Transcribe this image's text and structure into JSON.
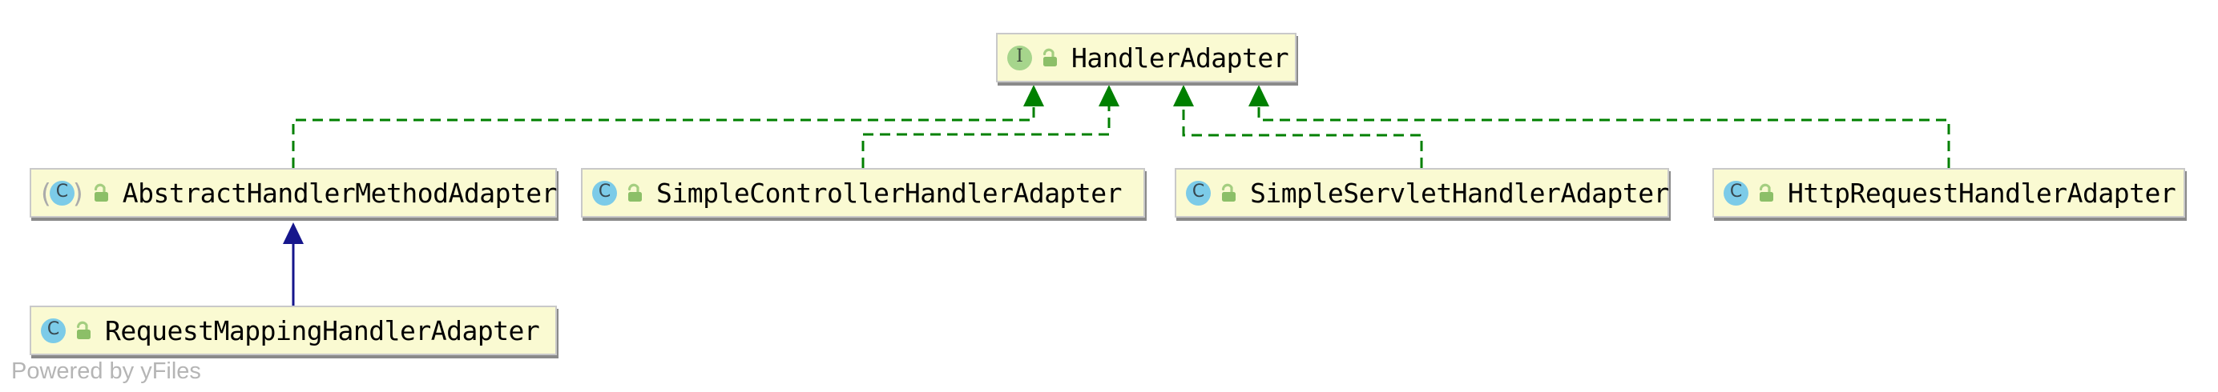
{
  "diagram": {
    "kind": "uml-class-diagram",
    "watermark": "Powered by yFiles",
    "nodes": [
      {
        "name": "HandlerAdapter",
        "stereotype": "interface",
        "visibility": "public"
      },
      {
        "name": "AbstractHandlerMethodAdapter",
        "stereotype": "abstract class",
        "visibility": "public"
      },
      {
        "name": "SimpleControllerHandlerAdapter",
        "stereotype": "class",
        "visibility": "public"
      },
      {
        "name": "SimpleServletHandlerAdapter",
        "stereotype": "class",
        "visibility": "public"
      },
      {
        "name": "HttpRequestHandlerAdapter",
        "stereotype": "class",
        "visibility": "public"
      },
      {
        "name": "RequestMappingHandlerAdapter",
        "stereotype": "class",
        "visibility": "public"
      }
    ],
    "edges": [
      {
        "from": "AbstractHandlerMethodAdapter",
        "to": "HandlerAdapter",
        "relation": "implements"
      },
      {
        "from": "SimpleControllerHandlerAdapter",
        "to": "HandlerAdapter",
        "relation": "implements"
      },
      {
        "from": "SimpleServletHandlerAdapter",
        "to": "HandlerAdapter",
        "relation": "implements"
      },
      {
        "from": "HttpRequestHandlerAdapter",
        "to": "HandlerAdapter",
        "relation": "implements"
      },
      {
        "from": "RequestMappingHandlerAdapter",
        "to": "AbstractHandlerMethodAdapter",
        "relation": "extends"
      }
    ],
    "edge_styles": {
      "implements": {
        "color": "#008000",
        "line": "dashed"
      },
      "extends": {
        "color": "#16168C",
        "line": "solid"
      }
    },
    "icon_glyphs": {
      "interface_letter": "I",
      "class_letter": "C",
      "abstract_paren_open": "(",
      "abstract_paren_close": ")"
    },
    "colors": {
      "node_fill": "#FAFAD2",
      "node_border": "#C9C9C9",
      "node_shadow": "#8A8A8A",
      "interface_icon_bg": "#A6D58C",
      "class_icon_bg": "#7CCBE8",
      "padlock_green": "#8CBF68",
      "watermark_text": "#B5B5B5"
    }
  }
}
